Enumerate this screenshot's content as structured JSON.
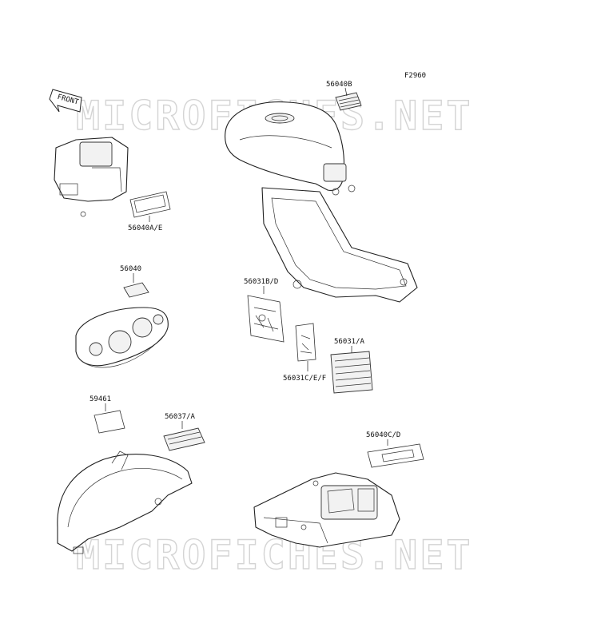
{
  "diagram": {
    "figure_id": "F2960",
    "watermark": "MICROFICHES.NET",
    "front_badge": "FRONT",
    "labels": {
      "l_56040B": "56040B",
      "l_56040AE": "56040A/E",
      "l_56040": "56040",
      "l_56031BD": "56031B/D",
      "l_56031A": "56031/A",
      "l_56031CEF": "56031C/E/F",
      "l_59461": "59461",
      "l_56037A": "56037/A",
      "l_56040CD": "56040C/D"
    }
  }
}
